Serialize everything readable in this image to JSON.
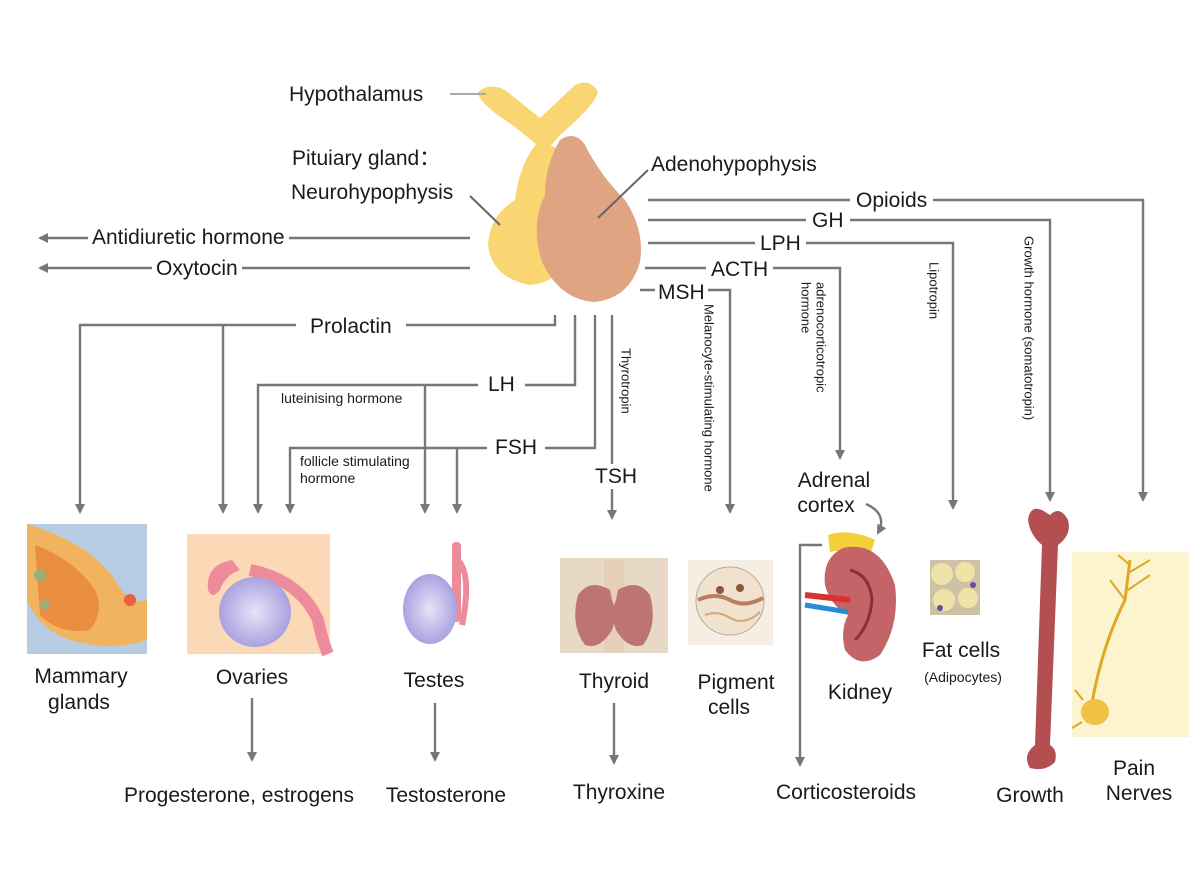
{
  "diagram": {
    "top_labels": {
      "hypothalamus": "Hypothalamus",
      "pituitary_gland": "Pituiary gland：",
      "neurohypophysis": "Neurohypophysis",
      "adenohypophysis": "Adenohypophysis"
    },
    "hormones": {
      "antidiuretic": "Antidiuretic hormone",
      "oxytocin": "Oxytocin",
      "opioids": "Opioids",
      "gh": "GH",
      "lph": "LPH",
      "acth": "ACTH",
      "msh": "MSH",
      "prolactin": "Prolactin",
      "lh": "LH",
      "fsh": "FSH",
      "tsh": "TSH"
    },
    "full_names": {
      "luteinising": "luteinising hormone",
      "follicle_line1": "follicle stimulating",
      "follicle_line2": "hormone",
      "thyrotropin": "Thyrotropin",
      "melanocyte": "Melanocyte-stimulating hormone",
      "adreno_line1": "adrenocorticotropic",
      "adreno_line2": "hormone",
      "lipotropin": "Lipotropin",
      "growth_hormone": "Growth hormone (somatotropin)"
    },
    "targets": {
      "mammary_line1": "Mammary",
      "mammary_line2": "glands",
      "ovaries": "Ovaries",
      "testes": "Testes",
      "thyroid": "Thyroid",
      "pigment_line1": "Pigment",
      "pigment_line2": "cells",
      "adrenal_line1": "Adrenal",
      "adrenal_line2": "cortex",
      "kidney": "Kidney",
      "fat_cells": "Fat cells",
      "adipocytes": "(Adipocytes)",
      "growth": "Growth",
      "pain_line1": "Pain",
      "pain_line2": "Nerves"
    },
    "products": {
      "ovaries": "Progesterone, estrogens",
      "testes": "Testosterone",
      "thyroid": "Thyroxine",
      "adrenal": "Corticosteroids"
    },
    "colors": {
      "arrow": "#777777",
      "neuro": "#f9d672",
      "adeno": "#dfa583",
      "skin_bg": "#fbd9b7",
      "vessel": "#ee8b9a"
    }
  }
}
